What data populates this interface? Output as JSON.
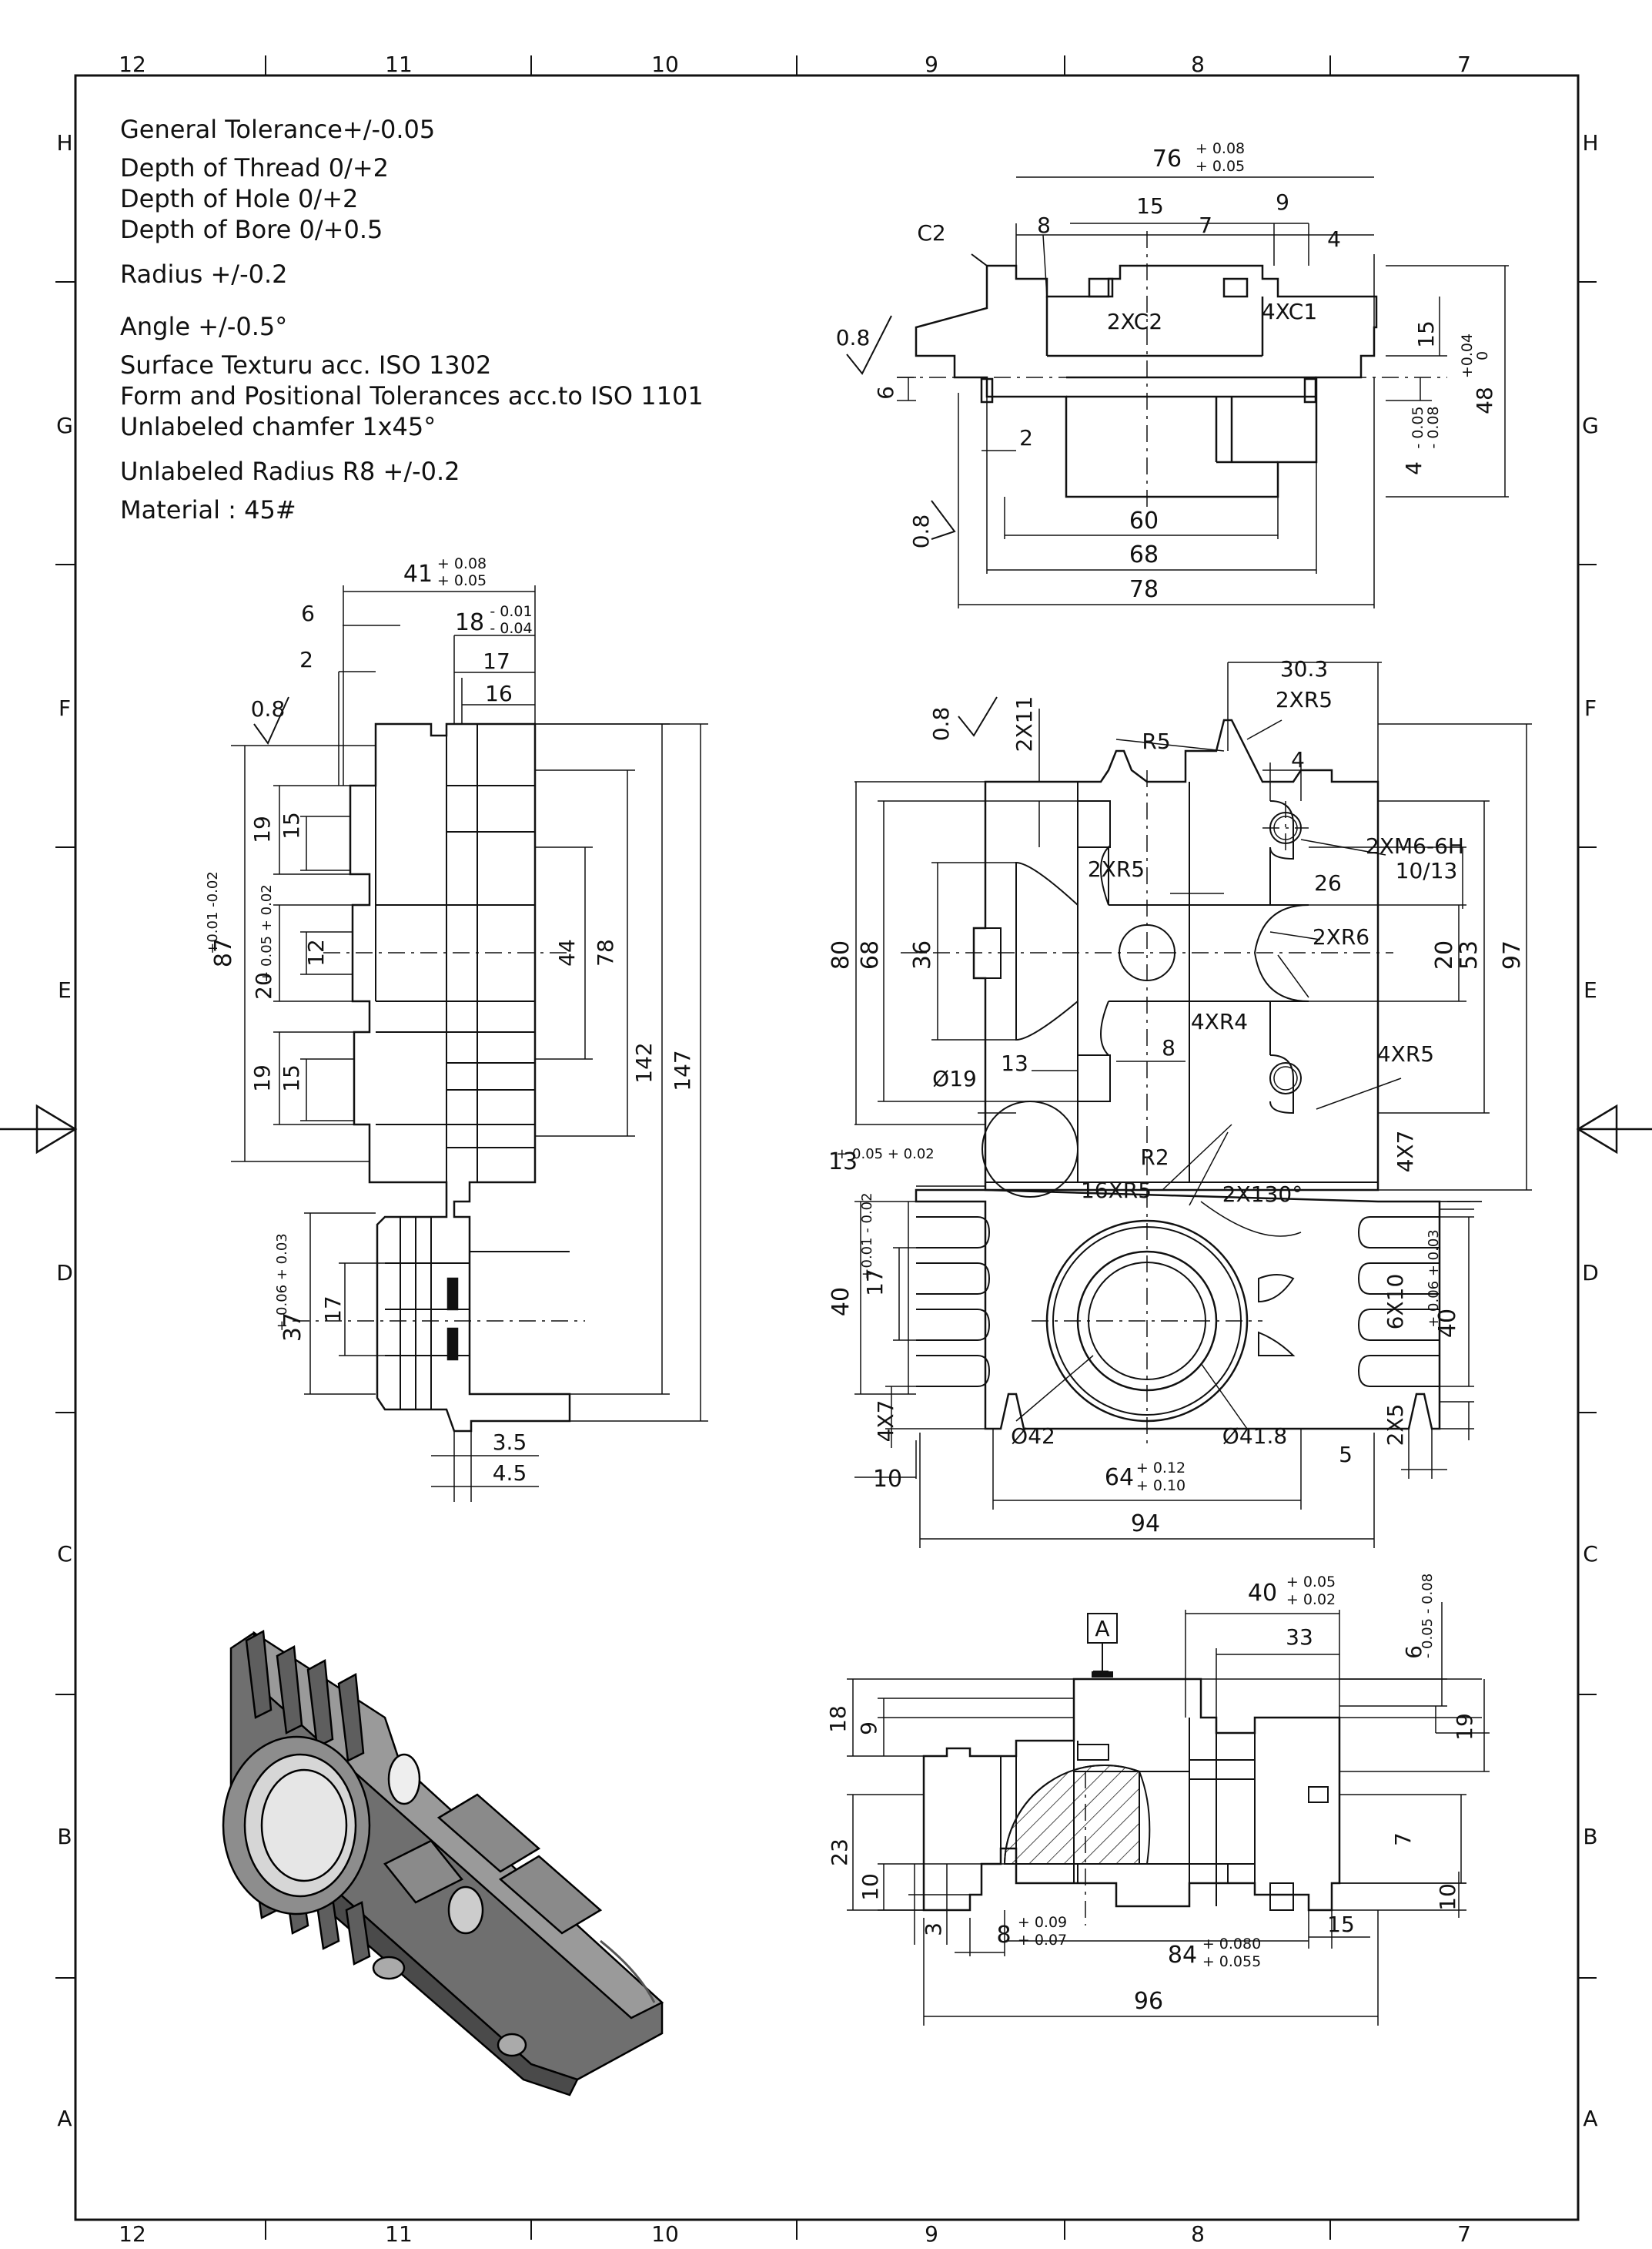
{
  "border": {
    "columns": [
      "12",
      "11",
      "10",
      "9",
      "8",
      "7"
    ],
    "rows": [
      "H",
      "G",
      "F",
      "E",
      "D",
      "C",
      "B",
      "A"
    ]
  },
  "notes": [
    "General Tolerance+/-0.05",
    "Depth of Thread 0/+2",
    "Depth of Hole 0/+2",
    "Depth of Bore 0/+0.5",
    "Radius +/-0.2",
    "Angle +/-0.5°",
    "Surface Texturu acc. ISO 1302",
    "Form and Positional Tolerances acc.to ISO 1101",
    "Unlabeled chamfer 1x45°",
    "Unlabeled Radius R8 +/-0.2",
    "Material : 45#"
  ],
  "top_view": {
    "overall": "76",
    "overall_tol_up": "+ 0.08",
    "overall_tol_dn": "+ 0.05",
    "d15": "15",
    "d9": "9",
    "d8": "8",
    "d7": "7",
    "d4": "4",
    "chamfer_c2": "C2",
    "chamfer_2xc2": "2XC2",
    "chamfer_4xc1": "4XC1",
    "rough1": "0.8",
    "rough2": "0.8",
    "d6": "6",
    "d2": "2",
    "d60": "60",
    "d68": "68",
    "d78": "78",
    "v15": "15",
    "v48": "48",
    "v48_tol_up": "+0.04",
    "v48_tol_dn": "0",
    "v4": "4",
    "v4_tol_up": "- 0.05",
    "v4_tol_dn": "- 0.08"
  },
  "side_view": {
    "d41": "41",
    "d41_tol_up": "+ 0.08",
    "d41_tol_dn": "+ 0.05",
    "d6": "6",
    "d18": "18",
    "d18_tol_up": "- 0.01",
    "d18_tol_dn": "- 0.04",
    "d2": "2",
    "d17": "17",
    "d16": "16",
    "rough": "0.8",
    "v19a": "19",
    "v15a": "15",
    "v87": "87",
    "v87_tol": "+0.01  -0.02",
    "v20": "20",
    "v20_tol": "+ 0.05  + 0.02",
    "v12": "12",
    "v44": "44",
    "v78": "78",
    "v142": "142",
    "v147": "147",
    "v19b": "19",
    "v15b": "15",
    "v37": "37",
    "v37_tol": "+ 0.06  + 0.03",
    "v17": "17",
    "d3_5": "3.5",
    "d4_5": "4.5"
  },
  "front_view": {
    "rough": "0.8",
    "d2x11": "2X11",
    "r5": "R5",
    "d30_3": "30.3",
    "d2xr5a": "2XR5",
    "d4": "4",
    "thread": "2XM6-6H",
    "thread_depth": "10/13",
    "d26": "26",
    "d2xr5b": "2XR5",
    "d2xr6": "2XR6",
    "d80": "80",
    "d68": "68",
    "d36": "36",
    "d20": "20",
    "d53": "53",
    "d97": "97",
    "d4xr4": "4XR4",
    "d8": "8",
    "d13": "13",
    "d4xr5": "4XR5",
    "dia19": "Ø19",
    "r2": "R2",
    "d13b": "13",
    "d13b_tol": "+ 0.05  + 0.02",
    "d16xr5": "16XR5",
    "ang": "2X130°",
    "d4x7a": "4X7",
    "d40": "40",
    "d17": "17",
    "d17_tol": "+0.01  - 0.02",
    "d6x10": "6X10",
    "d40b": "40",
    "d40b_tol": "+ 0.06  + 0.03",
    "d4x7b": "4X7",
    "dia42": "Ø42",
    "dia41_8": "Ø41.8",
    "d2x5": "2X5",
    "d10": "10",
    "d64": "64",
    "d64_tol_up": "+ 0.12",
    "d64_tol_dn": "+ 0.10",
    "d5": "5",
    "d94": "94"
  },
  "bottom_view": {
    "datum": "A",
    "d40": "40",
    "d40_tol_up": "+ 0.05",
    "d40_tol_dn": "+ 0.02",
    "d33": "33",
    "d6": "6",
    "d6_tol": "- 0.05  - 0.08",
    "v18": "18",
    "v9": "9",
    "v19": "19",
    "v23": "23",
    "v10a": "10",
    "v7": "7",
    "v10b": "10",
    "d3": "3",
    "d8": "8",
    "d8_tol_up": "+ 0.09",
    "d8_tol_dn": "+ 0.07",
    "d84": "84",
    "d84_tol_up": "+ 0.080",
    "d84_tol_dn": "+ 0.055",
    "d15": "15",
    "d96": "96"
  }
}
